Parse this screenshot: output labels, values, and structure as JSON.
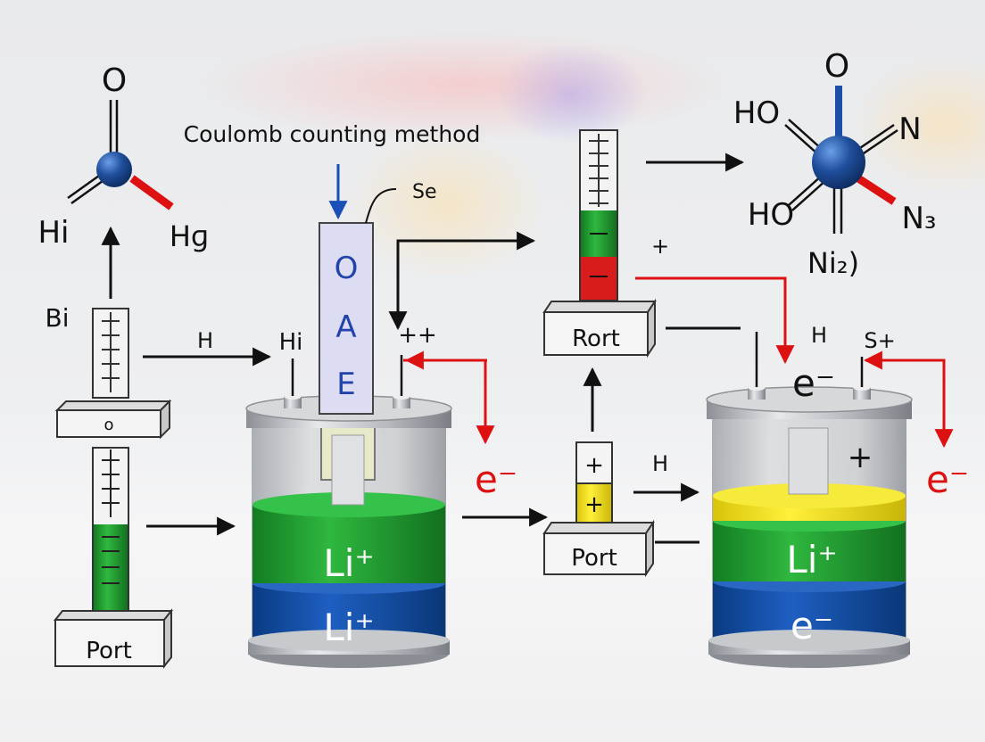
{
  "title": "Coulomb counting method",
  "left_molecule": {
    "top": "O",
    "left": "Hi",
    "right": "Hɡ"
  },
  "right_molecule": {
    "top": "O",
    "ho_upper": "HO",
    "ho_lower": "HO",
    "n_upper": "N",
    "n_lower": "N₃",
    "bottom": "Ni₂)"
  },
  "left_tube": {
    "label": "Bi",
    "mid_box": "o",
    "base": "Port"
  },
  "center_cell": {
    "probe_label": "Se",
    "probe_letters": [
      "O",
      "A",
      "E"
    ],
    "top_left": "Hi",
    "top_right": "++",
    "arrow_label": "H",
    "electron": "e⁻",
    "upper_layer": "Li⁺",
    "lower_layer": "Li⁺"
  },
  "mid_column": {
    "upper_base": "Rort",
    "plus_label": "+",
    "small_top": "+",
    "small_bottom": "+",
    "lower_base": "Port",
    "arrow_label": "H"
  },
  "right_cell": {
    "top_left": "H",
    "top_right": "S+",
    "electron_top": "e⁻",
    "electron_side": "e⁻",
    "plus": "+",
    "upper_layer": "Li⁺",
    "lower_layer": "e⁻"
  },
  "colors": {
    "red": "#dd1111",
    "green": "#1d9a2c",
    "blue": "#0c4fa8",
    "yellow": "#f2e21a",
    "atom": "#1f4e9c"
  }
}
